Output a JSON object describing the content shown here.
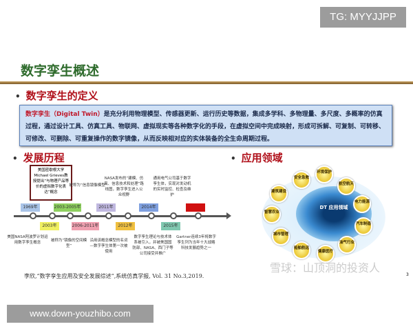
{
  "overlay": {
    "tg": "TG: MYYJJPP",
    "url": "www.down-youzhibo.com"
  },
  "slide": {
    "title": "数字孪生概述",
    "definition": {
      "heading": "数字孪生的定义",
      "keyword": "数字孪生（Digital Twin）",
      "text": "是充分利用物理模型、传感器更新、运行历史等数据，集成多学科、多物理量、多尺度、多概率的仿真过程，通过设计工具、仿真工具、物联网、虚拟现实等各种数字化的手段，在虚拟空间中完成映射，形成可拆解、可复制、可转移、可修改、可删除、可重复操作的数字镜像，从而反映相对应的实体装备的全生命周期过程。"
    },
    "history": {
      "heading": "发展历程",
      "highlight": "美国密歇根大学Michael Grieves教授提出“与物理产品等价的虚拟数字化表达”概念",
      "years": [
        {
          "label": "1969年",
          "color": "#a9c4e8"
        },
        {
          "label": "2003年",
          "color": "#f0f060"
        },
        {
          "label": "2003-2005年",
          "color": "#8fd060"
        },
        {
          "label": "2006-2011年",
          "color": "#f0a0b0"
        },
        {
          "label": "2011年",
          "color": "#c0b8e0"
        },
        {
          "label": "2012年",
          "color": "#f0c040"
        },
        {
          "label": "2014年",
          "color": "#7fa0e0"
        },
        {
          "label": "2015年",
          "color": "#80c8b0"
        },
        {
          "label": "",
          "color": "#d01010"
        }
      ],
      "notes": [
        "美国NASA阿波罗计划运用数字孪生概念",
        "被称为“信息镜像模型”",
        "被称为“镜像的空间模型”",
        "NASA发布的“建模、仿真、信息技术和处理”路线图，数字孪生进入公众视野",
        "沿用该概念模型的名词—数字孪生体第一次被使用",
        "通用电气公司基于数字孪生体，实现对发动机的实时监控、检查及维护",
        "数字孪生理论与技术体系被引入，并被美国国防部、NASA、西门子等公司接受并推广",
        "Gartner连续3年将数字孪生列为当年十大战略科技发展趋势之一"
      ],
      "reference": "李欣,“数字孪生应用及安全发展综述”,系统仿真学报, Vol. 31 No.3,2019."
    },
    "applications": {
      "heading": "应用领域",
      "center": "DT 应用领域",
      "domains": [
        "安全急救",
        "环境保护",
        "航空航天",
        "电力能源",
        "汽车制造",
        "油气行业",
        "健康医疗",
        "船舶航运",
        "城市管理",
        "智慧农业",
        "建筑建设"
      ]
    },
    "watermark": "雪球：山顶洞的投资人",
    "page": "3"
  }
}
